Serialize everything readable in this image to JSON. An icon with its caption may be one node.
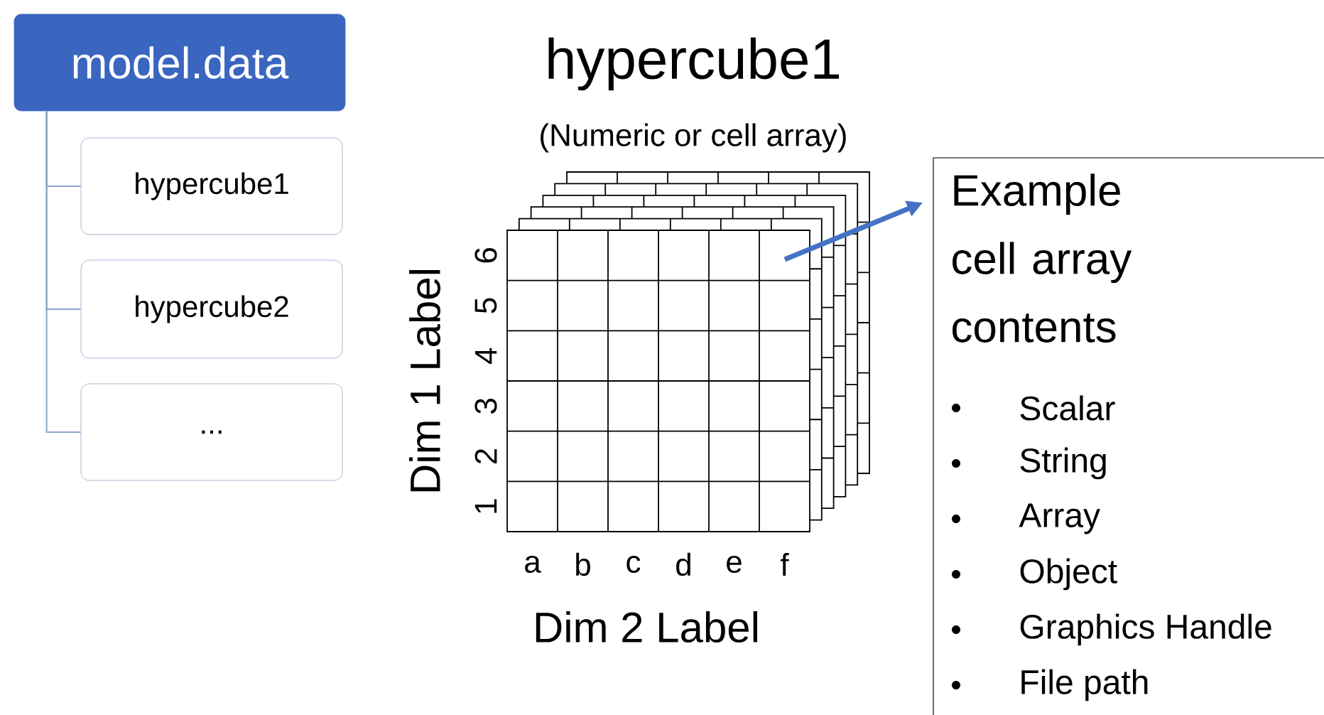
{
  "diagram": {
    "nodes": [
      {
        "text": [
          "model.data"
        ]
      },
      {
        "text": [
          "hypercube1"
        ]
      },
      {
        "text": [
          "hypercube2"
        ]
      },
      {
        "text": [
          "..."
        ]
      },
      {
        "text": [],
        "shape": "picture"
      },
      {
        "text": [
          "Example cell array contents",
          "Scalar",
          "String",
          "Array",
          "Object",
          "Graphics Handle",
          "File path"
        ]
      }
    ],
    "edges": [
      {
        "from": 0,
        "to": 1,
        "arrow": "none"
      },
      {
        "from": 0,
        "to": 2,
        "arrow": "none"
      },
      {
        "from": 0,
        "to": 3,
        "arrow": "none"
      },
      {
        "from": 4,
        "to": 5,
        "arrow": "to",
        "style": "thick",
        "color": "#4472c4"
      }
    ],
    "labels": [
      "hypercube1",
      "(Numeric or cell array)",
      "Dim 1 Label",
      "1",
      "2",
      "3",
      "4",
      "5",
      "6",
      "a",
      "b",
      "c",
      "d",
      "e",
      "f",
      "Dim 2 Label"
    ]
  }
}
